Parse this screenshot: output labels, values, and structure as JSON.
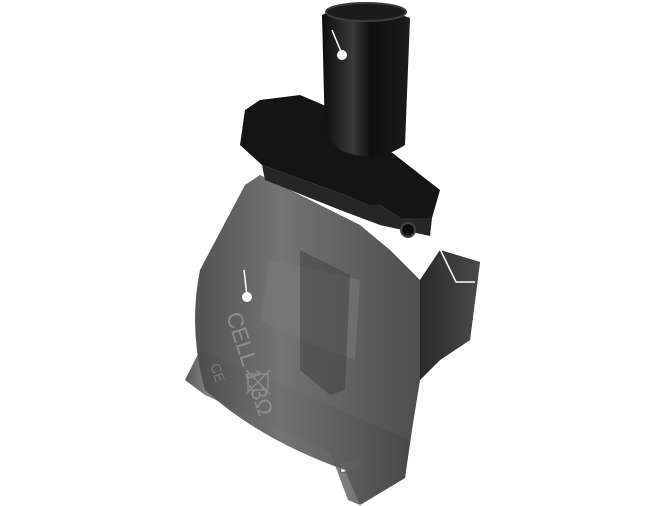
{
  "product": {
    "coil_marking": "CELL 1.3Ω",
    "callouts": [
      {
        "id": "drip-tip"
      },
      {
        "id": "cartridge-window"
      },
      {
        "id": "fill-port"
      }
    ]
  },
  "colors": {
    "background": "#ffffff",
    "body_black": "#141414",
    "tank_smoke": "#5e5e5e",
    "metal_base": "#9a9a9a",
    "callout": "#ffffff"
  }
}
